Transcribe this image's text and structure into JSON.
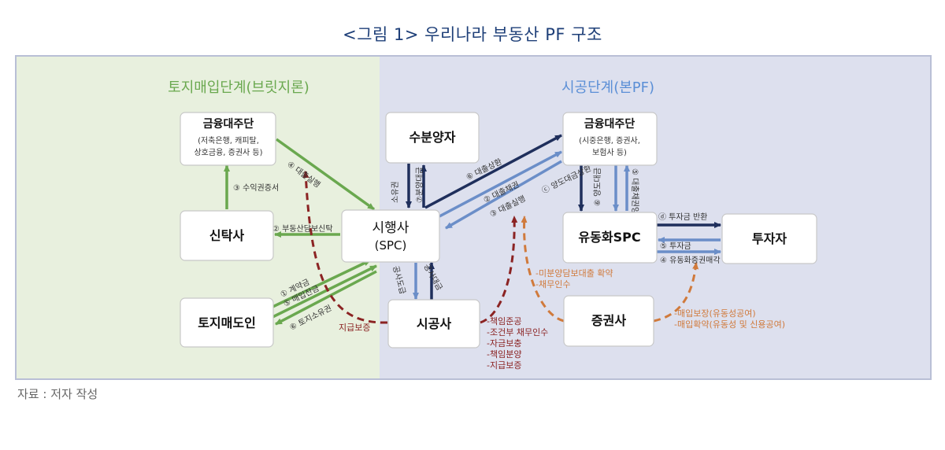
{
  "title": "<그림 1> 우리나라 부동산 PF 구조",
  "source": "자료 : 저자 작성",
  "colors": {
    "left_panel": "#e8f0de",
    "right_panel": "#dde0ee",
    "green": "#6aa84f",
    "navy": "#1f2f5c",
    "blue": "#6b8ec8",
    "darkred": "#8b2323",
    "orange": "#d07a3c",
    "left_heading": "#6aa84f",
    "right_heading": "#5b8fd6"
  },
  "panels": {
    "left_heading": "토지매입단계(브릿지론)",
    "right_heading": "시공단계(본PF)"
  },
  "nodes": {
    "lender_bridge": {
      "title": "금융대주단",
      "sub1": "(저축은행, 캐피탈,",
      "sub2": "상호금융, 증권사 등)"
    },
    "trust": {
      "title": "신탁사"
    },
    "seller": {
      "title": "토지매도인"
    },
    "developer": {
      "title": "시행사",
      "sub": "(SPC)"
    },
    "buyer": {
      "title": "수분양자"
    },
    "contractor": {
      "title": "시공사"
    },
    "lender_main": {
      "title": "금융대주단",
      "sub1": "(시중은행, 증권사,",
      "sub2": "보험사 등)"
    },
    "liquidity_spc": {
      "title": "유동화SPC"
    },
    "securities": {
      "title": "증권사"
    },
    "investor": {
      "title": "투자자"
    }
  },
  "edge_labels": {
    "loan_exec_bridge": "④ 대출실행",
    "beneficiary_cert": "③ 수익권증서",
    "collateral_trust": "② 부동산담보신탁",
    "deposit": "① 계약금",
    "balance": "⑤ 매입잔금",
    "title_transfer": "⑥ 토지소유권",
    "ownership": "소유권",
    "presale_price": "⑦분양대금",
    "loan_repay": "⑥ 대출상환",
    "loan_claim": "② 대출채권",
    "loan_exec_main": "③ 대출실행",
    "transfer_repay": "ⓒ 양도대금상환",
    "loan_claim_transfer": "⑤ 대출채권양도",
    "transfer_price": "⑥ 양도대금",
    "invest_repay": "ⓓ 투자금 반환",
    "invest": "⑤ 투자금",
    "abs_sale": "④ 유동화증권매각",
    "construction": "공사도급",
    "construction_pay": "공사대금",
    "guarantee_pay": "지급보증",
    "contractor_notes": [
      "-책임준공",
      "-조건부 채무인수",
      "-자금보충",
      "-책임분양",
      "-지급보증"
    ],
    "securities_notes_a": [
      "-미분양담보대출 확약",
      "-채무인수"
    ],
    "securities_notes_b": [
      "-매입보장(유동성공여)",
      "-매입확약(유동성 및 신용공여)"
    ]
  }
}
